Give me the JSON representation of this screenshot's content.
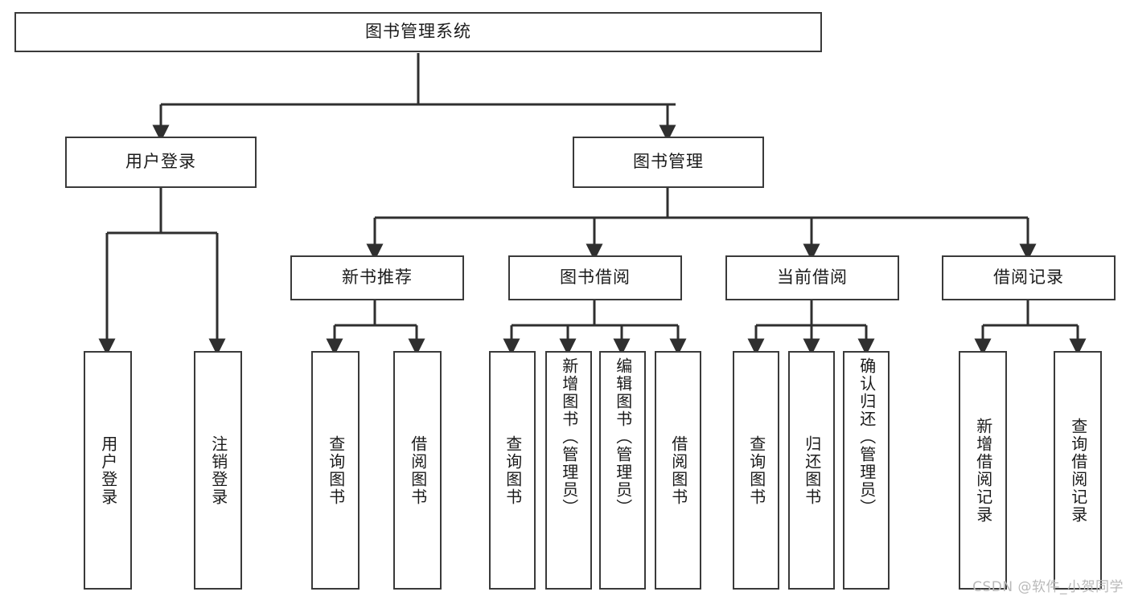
{
  "diagram": {
    "title": "图书管理系统",
    "watermark": "CSDN @软件_小贺同学",
    "colors": {
      "background": "#ffffff",
      "box_fill": "#ffffff",
      "box_border": "#3a3a3a",
      "connector": "#2f2f2f",
      "text": "#1b1b1b",
      "watermark": "#b9b9b9"
    },
    "root": {
      "label": "图书管理系统"
    },
    "level2": [
      {
        "label": "用户登录"
      },
      {
        "label": "图书管理"
      }
    ],
    "level3": [
      {
        "label": "新书推荐"
      },
      {
        "label": "图书借阅"
      },
      {
        "label": "当前借阅"
      },
      {
        "label": "借阅记录"
      }
    ],
    "leaves": {
      "user_login": [
        {
          "label": "用户登录"
        },
        {
          "label": "注销登录"
        }
      ],
      "new_book_recommend": [
        {
          "label": "查询图书"
        },
        {
          "label": "借阅图书"
        }
      ],
      "book_borrow": [
        {
          "label": "查询图书"
        },
        {
          "label": "新增图书（管理员）"
        },
        {
          "label": "编辑图书（管理员）"
        },
        {
          "label": "借阅图书"
        }
      ],
      "current_borrow": [
        {
          "label": "查询图书"
        },
        {
          "label": "归还图书"
        },
        {
          "label": "确认归还（管理员）"
        }
      ],
      "borrow_record": [
        {
          "label": "新增借阅记录"
        },
        {
          "label": "查询借阅记录"
        }
      ]
    }
  }
}
